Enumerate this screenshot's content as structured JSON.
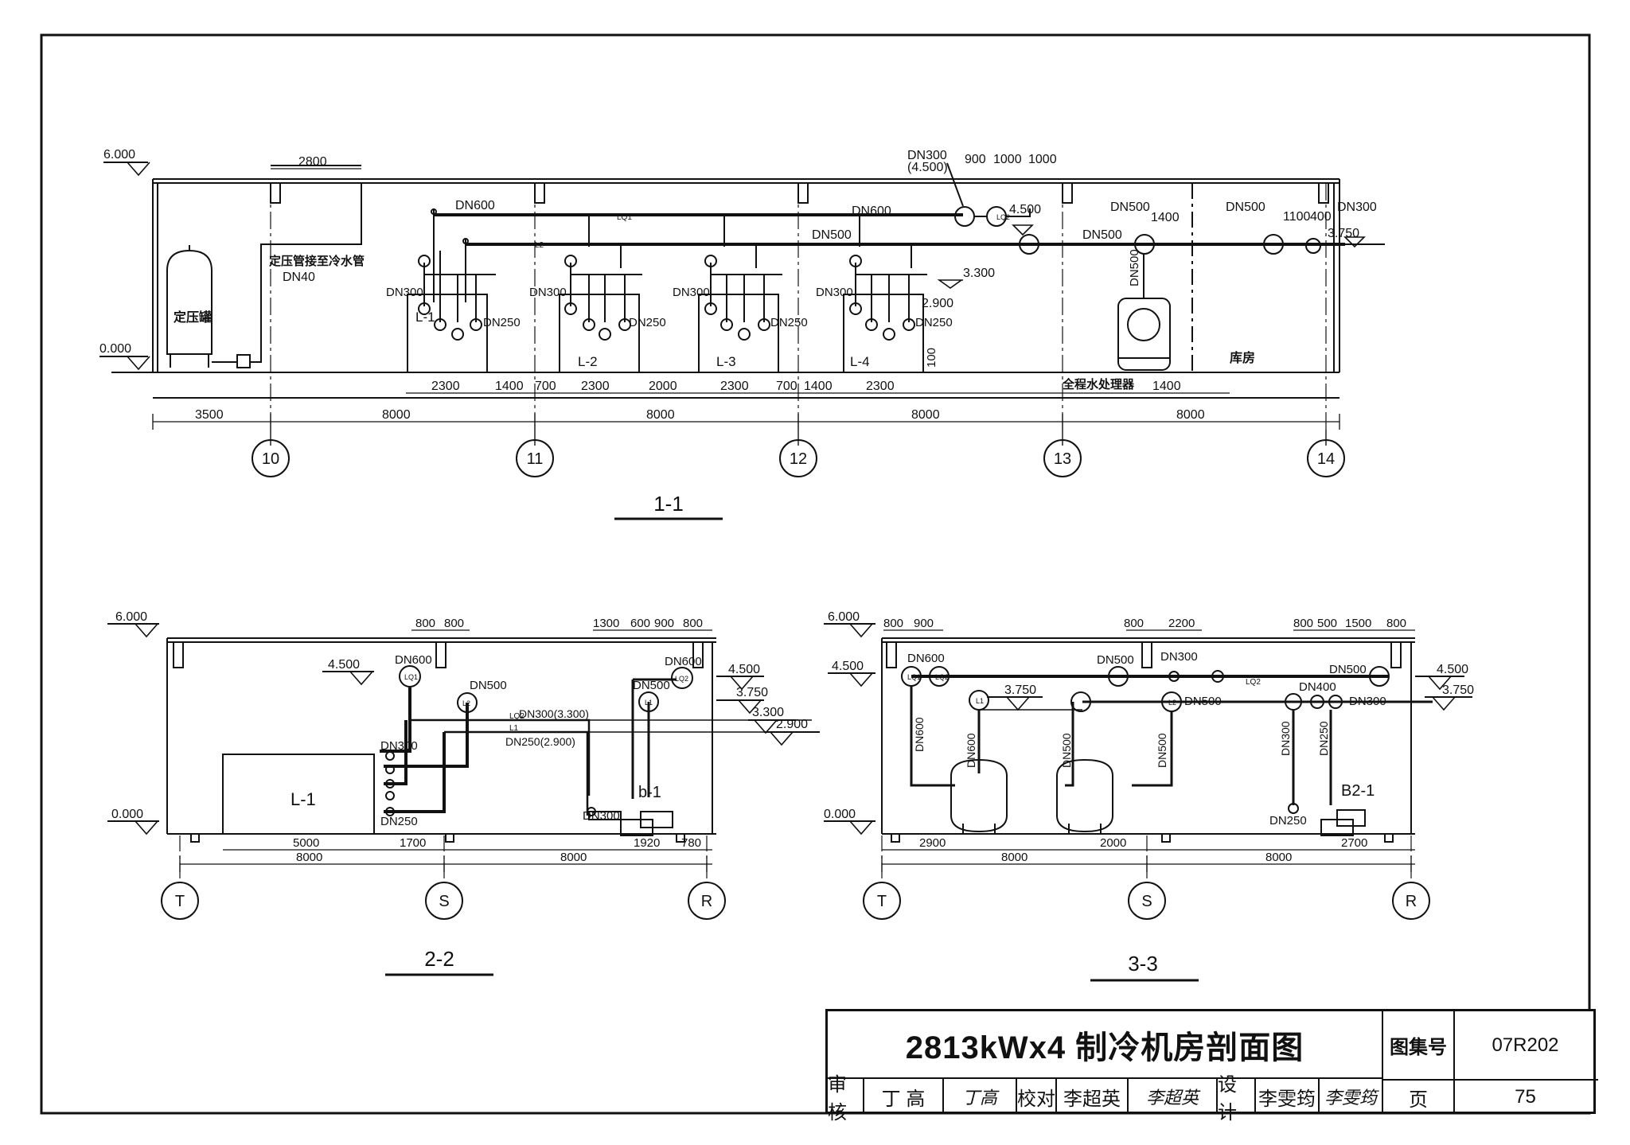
{
  "section_1_1": {
    "label": "1-1",
    "elevations": {
      "top": "6.000",
      "floor": "0.000",
      "lq_right": "4.500",
      "l_right": "3.750",
      "mid": "3.300",
      "low": "2.900"
    },
    "top_dims": [
      "2800",
      "900",
      "1000",
      "1000",
      "1400",
      "1100",
      "400"
    ],
    "pipe_labels": {
      "dn300_top": "DN300",
      "dn300_top_elev": "(4.500)",
      "dn600_a": "DN600",
      "dn600_b": "DN600",
      "dn500_a": "DN500",
      "dn500_b": "DN500",
      "dn500_c": "DN500",
      "dn500_d": "DN500",
      "dn300_right": "DN300",
      "dn40": "DN40",
      "dn500_vert": "DN500",
      "lq1": "LQ1",
      "lq2": "LQ2",
      "l2": "L2",
      "tank_note": "定压管接至冷水管",
      "tank": "定压罐",
      "water_treat": "全程水处理器",
      "storage": "库房",
      "h100": "100"
    },
    "chillers": [
      {
        "name": "L-1",
        "dn_in": "DN300",
        "dn_out": "DN250"
      },
      {
        "name": "L-2",
        "dn_in": "DN300",
        "dn_out": "DN250"
      },
      {
        "name": "L-3",
        "dn_in": "DN300",
        "dn_out": "DN250"
      },
      {
        "name": "L-4",
        "dn_in": "DN300",
        "dn_out": "DN250"
      }
    ],
    "bottom_dims_row1": [
      "2300",
      "1400",
      "700",
      "2300",
      "2000",
      "2300",
      "700",
      "1400",
      "2300",
      "1400"
    ],
    "bottom_dims_row2": [
      "3500",
      "8000",
      "8000",
      "8000",
      "8000"
    ],
    "axes": [
      "10",
      "11",
      "12",
      "13",
      "14"
    ]
  },
  "section_2_2": {
    "label": "2-2",
    "elevations": {
      "top": "6.000",
      "floor": "0.000",
      "left": "4.500",
      "right_a": "4.500",
      "right_b": "3.750",
      "right_c": "3.300",
      "right_d": "2.900"
    },
    "top_dims": [
      "800",
      "800",
      "1300",
      "600",
      "900",
      "800"
    ],
    "labels": {
      "dn600_a": "DN600",
      "dn500_a": "DN500",
      "dn600_b": "DN600",
      "dn500_b": "DN500",
      "lq1": "LQ1",
      "l2": "L2",
      "l1": "L1",
      "lq2": "LQ2",
      "dn300_l": "DN300",
      "dn250_l": "DN250",
      "dn300_b": "DN300",
      "pipe_lq2": "LQ2",
      "pipe_l1": "L1",
      "pipe_dn300": "DN300(3.300)",
      "pipe_dn250": "DN250(2.900)",
      "chiller": "L-1",
      "pump": "b-1"
    },
    "bottom_dims_row1": [
      "5000",
      "1700",
      "1920",
      "780"
    ],
    "bottom_dims_row2": [
      "8000",
      "8000"
    ],
    "axes": [
      "T",
      "S",
      "R"
    ]
  },
  "section_3_3": {
    "label": "3-3",
    "elevations": {
      "top": "6.000",
      "floor": "0.000",
      "left": "4.500",
      "mid": "3.750",
      "right_a": "4.500",
      "right_b": "3.750"
    },
    "top_dims": [
      "800",
      "900",
      "800",
      "2200",
      "800",
      "500",
      "1500",
      "800"
    ],
    "labels": {
      "dn600_top": "DN600",
      "dn500_top": "DN500",
      "dn300_top": "DN300",
      "dn500_right": "DN500",
      "dn400": "DN400",
      "dn300_right": "DN300",
      "dn500_mid": "DN500",
      "dn600_v1": "DN600",
      "dn600_v2": "DN600",
      "dn500_v1": "DN500",
      "dn500_v2": "DN500",
      "dn300_v": "DN300",
      "dn250_v": "DN250",
      "dn250_b": "DN250",
      "lq1": "LQ1",
      "lq2": "LQ2",
      "l1": "L1",
      "l2": "L2",
      "pipe_lq2": "LQ2",
      "pump": "B2-1"
    },
    "bottom_dims_row1": [
      "2900",
      "2000",
      "2700"
    ],
    "bottom_dims_row2": [
      "8000",
      "8000"
    ],
    "axes": [
      "T",
      "S",
      "R"
    ]
  },
  "title_block": {
    "title": "2813kWx4  制冷机房剖面图",
    "atlas_label": "图集号",
    "atlas_no": "07R202",
    "page_label": "页",
    "page_no": "75",
    "review_label": "审核",
    "reviewer": "丁 高",
    "check_label": "校对",
    "checker": "李超英",
    "design_label": "设计",
    "designer": "李雯筠",
    "sig_reviewer": "丁高",
    "sig_checker": "李超英",
    "sig_designer": "李雯筠"
  }
}
